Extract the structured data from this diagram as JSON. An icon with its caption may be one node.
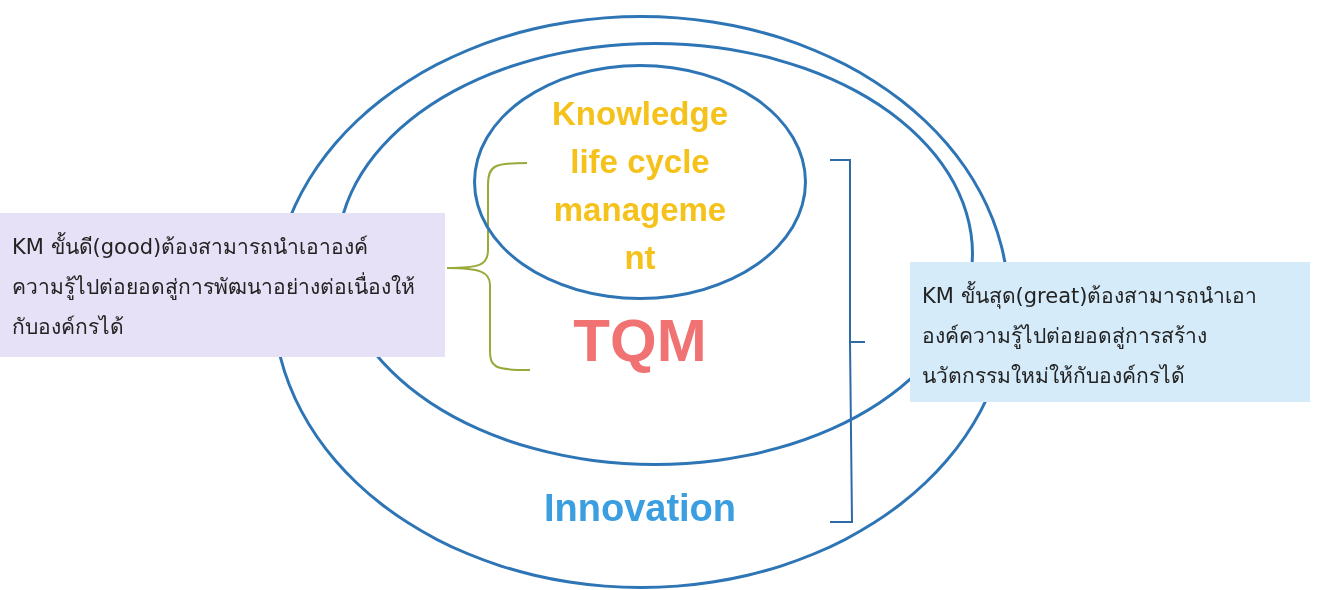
{
  "diagram": {
    "nodes": [
      {
        "text": [
          "Innovation"
        ]
      },
      {
        "text": [
          "TQM"
        ],
        "in": 0
      },
      {
        "text": [
          "Knowledge life cycle management"
        ],
        "in": 1
      },
      {
        "text": [
          "KM ขั้นดี(good)ต้องสามารถนำเอาองค์ความรู้ไปต่อยอดสู่การพัฒนาอย่างต่อเนื่องให้กับองค์กรได้"
        ]
      },
      {
        "text": [
          "KM ขั้นสุด(great)ต้องสามารถนำเอาองค์ความรู้ไปต่อยอดสู่การสร้างนวัตกรรมใหม่ให้กับองค์กรได้"
        ]
      }
    ],
    "edges": []
  }
}
